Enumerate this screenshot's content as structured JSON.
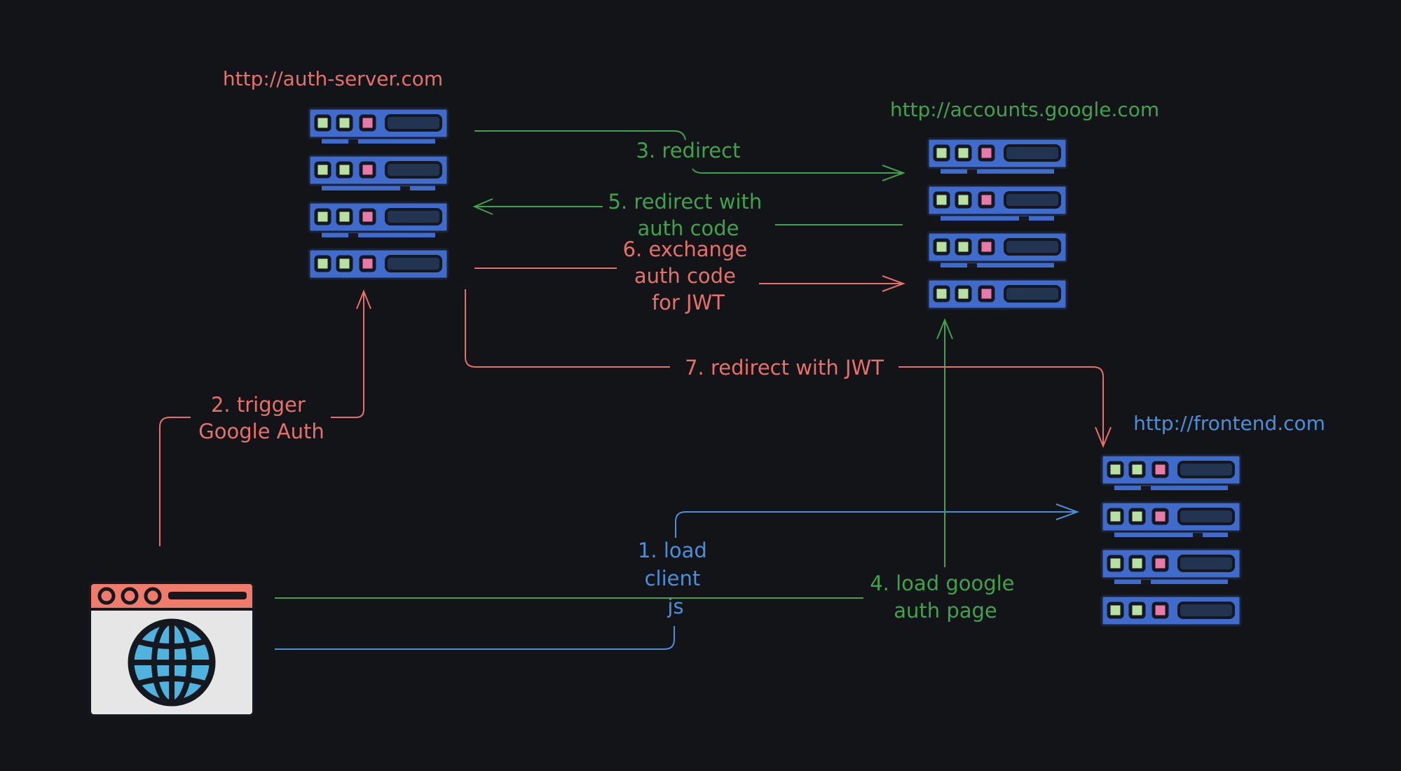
{
  "colors": {
    "background": "#121418",
    "red": "#e8706b",
    "green": "#3fa34d",
    "blue": "#4a90d9",
    "server_fill": "#3f6bcc",
    "server_dark": "#22344f",
    "led_green": "#b8e0a0",
    "led_pink": "#e879a8",
    "browser_bar": "#f07b6a",
    "browser_body": "#e6e6e6",
    "globe_fill": "#4fb3e0"
  },
  "nodes": {
    "auth_server": {
      "label": "http://auth-server.com",
      "icon": "server-rack-icon"
    },
    "google": {
      "label": "http://accounts.google.com",
      "icon": "server-rack-icon"
    },
    "frontend": {
      "label": "http://frontend.com",
      "icon": "server-rack-icon"
    },
    "browser": {
      "icon": "browser-globe-icon"
    }
  },
  "steps": {
    "s1": [
      "1. load",
      "client",
      "js"
    ],
    "s2": [
      "2. trigger",
      "Google Auth"
    ],
    "s3": [
      "3. redirect"
    ],
    "s4": [
      "4. load google",
      "auth page"
    ],
    "s5": [
      "5. redirect with",
      "auth code"
    ],
    "s6": [
      "6. exchange",
      "auth code",
      "for JWT"
    ],
    "s7": [
      "7. redirect with JWT"
    ]
  }
}
